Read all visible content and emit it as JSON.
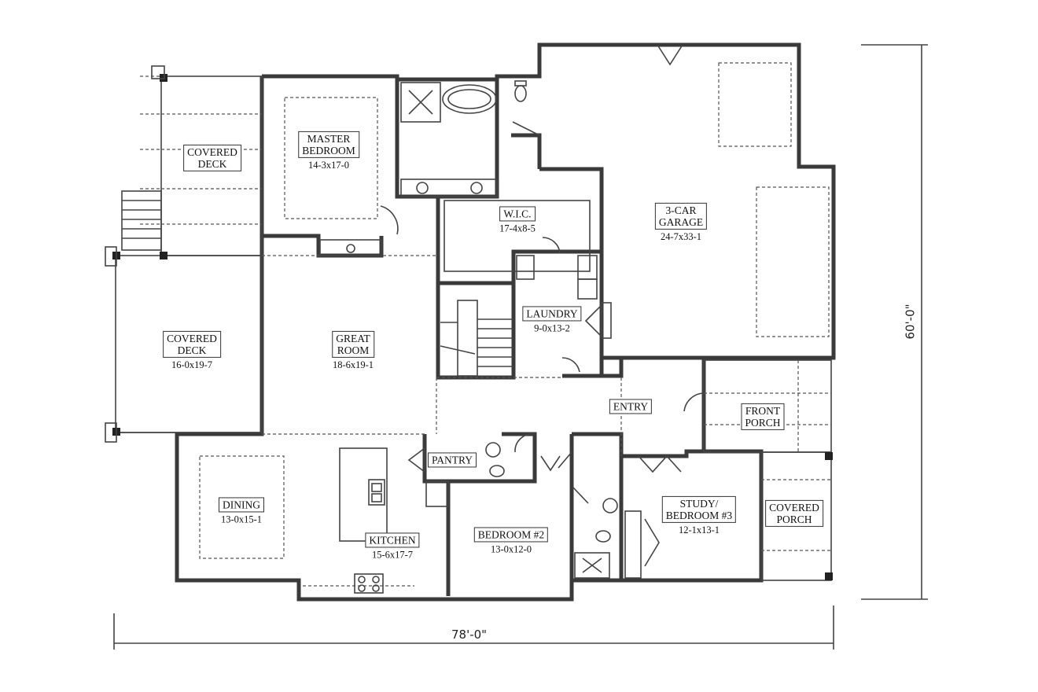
{
  "plan": {
    "overall_width": "78'-0\"",
    "overall_depth": "60'-0\"",
    "rooms": [
      {
        "id": "covered-deck-top",
        "name": "COVERED\nDECK",
        "size": ""
      },
      {
        "id": "master-bedroom",
        "name": "MASTER\nBEDROOM",
        "size": "14-3x17-0"
      },
      {
        "id": "wic",
        "name": "W.I.C.",
        "size": "17-4x8-5"
      },
      {
        "id": "garage",
        "name": "3-CAR\nGARAGE",
        "size": "24-7x33-1"
      },
      {
        "id": "covered-deck-left",
        "name": "COVERED\nDECK",
        "size": "16-0x19-7"
      },
      {
        "id": "great-room",
        "name": "GREAT\nROOM",
        "size": "18-6x19-1"
      },
      {
        "id": "laundry",
        "name": "LAUNDRY",
        "size": "9-0x13-2"
      },
      {
        "id": "entry",
        "name": "ENTRY",
        "size": ""
      },
      {
        "id": "front-porch",
        "name": "FRONT\nPORCH",
        "size": ""
      },
      {
        "id": "pantry",
        "name": "PANTRY",
        "size": ""
      },
      {
        "id": "dining",
        "name": "DINING",
        "size": "13-0x15-1"
      },
      {
        "id": "kitchen",
        "name": "KITCHEN",
        "size": "15-6x17-7"
      },
      {
        "id": "bedroom-2",
        "name": "BEDROOM #2",
        "size": "13-0x12-0"
      },
      {
        "id": "study",
        "name": "STUDY/\nBEDROOM #3",
        "size": "12-1x13-1"
      },
      {
        "id": "covered-porch",
        "name": "COVERED\nPORCH",
        "size": ""
      }
    ]
  }
}
